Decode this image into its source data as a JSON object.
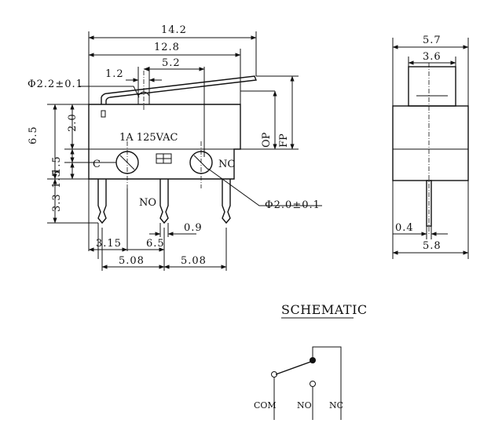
{
  "front_view": {
    "dim_overall_width": "14.2",
    "dim_body_width": "12.8",
    "dim_lever_center": "5.2",
    "dim_lever_offset": "1.2",
    "dim_mount_hole": "Φ2.2±0.1",
    "dim_height": "6.5",
    "dim_upper_height": "2.0",
    "dim_hole_offset": "1.5",
    "dim_lower_offset": "1.5",
    "dim_pin_length": "3.3",
    "dim_pin_gap": "3.15",
    "dim_pin_spacing_left": "5.08",
    "dim_pin_spacing_right": "5.08",
    "dim_pin_center": "6.5",
    "dim_pin_width": "0.9",
    "dim_hole_right": "Φ2.0±0.1",
    "dim_op": "OP",
    "dim_fp": "FP",
    "rating": "1A  125VAC",
    "label_c": "C",
    "label_nc": "NC",
    "label_no": "NO"
  },
  "side_view": {
    "dim_width": "5.7",
    "dim_lever_width": "3.6",
    "dim_pin_thickness": "0.4",
    "dim_base_width": "5.8"
  },
  "schematic": {
    "title": "SCHEMATIC",
    "label_com": "COM",
    "label_no": "NO",
    "label_nc": "NC"
  }
}
